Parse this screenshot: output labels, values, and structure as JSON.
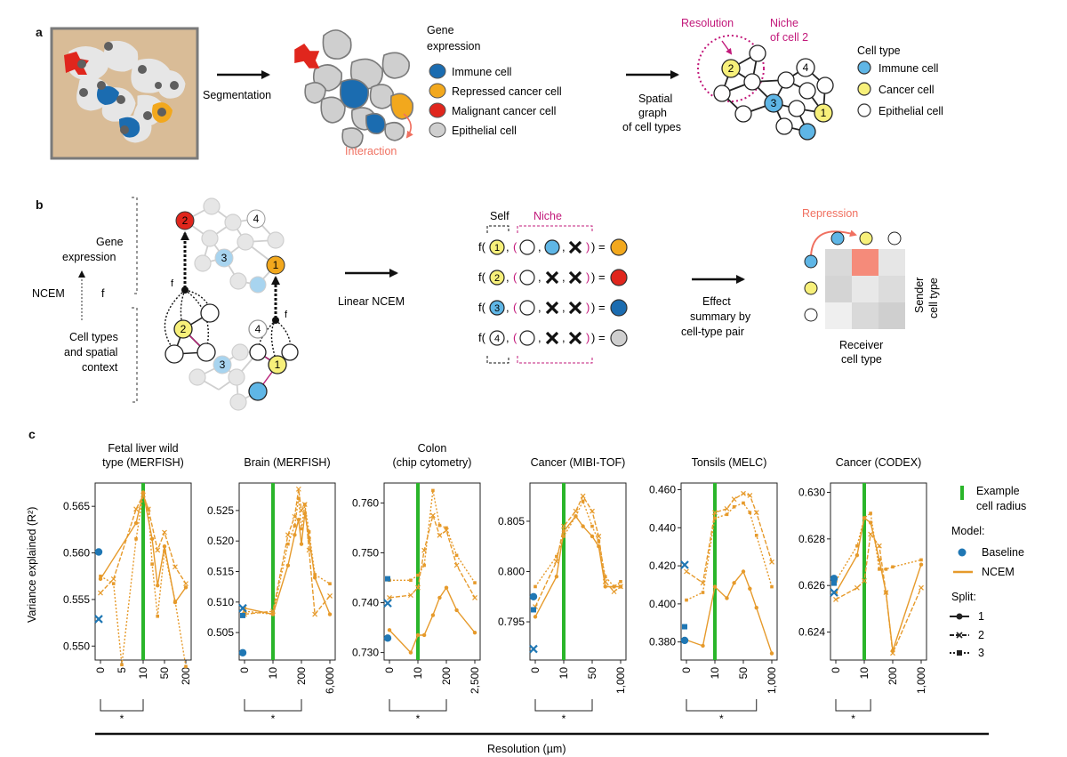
{
  "panel_a": {
    "letter": "a",
    "segmentation_label": "Segmentation",
    "interaction_label": "Interaction",
    "gene_expression_title": [
      "Gene",
      "expression"
    ],
    "legend1": [
      {
        "label": "Immune cell",
        "color": "#1b6cb0"
      },
      {
        "label": "Repressed cancer cell",
        "color": "#f2a81d"
      },
      {
        "label": "Malignant cancer cell",
        "color": "#e0261d"
      },
      {
        "label": "Epithelial cell",
        "color": "#cfcfcf"
      }
    ],
    "spatial_graph_label": [
      "Spatial",
      "graph",
      "of cell types"
    ],
    "resolution_label": "Resolution",
    "niche_label": [
      "Niche",
      "of cell 2"
    ],
    "cell_type_title": "Cell type",
    "legend2": [
      {
        "label": "Immune cell",
        "color": "#5fb6e6"
      },
      {
        "label": "Cancer cell",
        "color": "#f7f07a"
      },
      {
        "label": "Epithelial cell",
        "color": "#ffffff"
      }
    ],
    "node_numbers": [
      "1",
      "2",
      "3",
      "4"
    ]
  },
  "panel_b": {
    "letter": "b",
    "gene_expression_label": [
      "Gene",
      "expression"
    ],
    "ncem_label": "NCEM",
    "f_label": "f",
    "cell_types_label": [
      "Cell types",
      "and spatial",
      "context"
    ],
    "linear_ncem_label": "Linear NCEM",
    "self_label": "Self",
    "niche_label": "Niche",
    "equation_rows": [
      {
        "node": "1",
        "result_color": "#f2a81d"
      },
      {
        "node": "2",
        "result_color": "#e0261d"
      },
      {
        "node": "3",
        "result_color": "#1b6cb0"
      },
      {
        "node": "4",
        "result_color": "#cfcfcf"
      }
    ],
    "effect_summary_label": [
      "Effect",
      "summary by",
      "cell-type pair"
    ],
    "repression_label": "Repression",
    "sender_label": [
      "Sender",
      "cell type"
    ],
    "receiver_label": [
      "Receiver",
      "cell type"
    ]
  },
  "panel_c": {
    "letter": "c",
    "ylabel": "Variance explained (R²)",
    "xlabel": "Resolution (µm)",
    "legend": {
      "example_label": [
        "Example",
        "cell radius"
      ],
      "model_title": "Model:",
      "baseline_label": "Baseline",
      "ncem_label": "NCEM",
      "split_title": "Split:",
      "splits": [
        "1",
        "2",
        "3"
      ]
    },
    "significance_marker": "*"
  },
  "colors": {
    "ncem": "#e69a2b",
    "baseline": "#1f77b4",
    "example_line": "#2ab52a",
    "magenta": "#c2187a",
    "salmon": "#f07060"
  },
  "chart_data": [
    {
      "type": "line",
      "title": [
        "Fetal liver wild",
        "type (MERFISH)"
      ],
      "x_ticks": [
        "0",
        "5",
        "10",
        "50",
        "200"
      ],
      "x_tick_positions": [
        0,
        5,
        10,
        50,
        200
      ],
      "y_ticks": [
        "0.550",
        "0.555",
        "0.560",
        "0.565"
      ],
      "y_tick_values": [
        0.55,
        0.555,
        0.56,
        0.565
      ],
      "ylim": [
        0.5485,
        0.5675
      ],
      "x": [
        0,
        2,
        5,
        8,
        10,
        15,
        20,
        30,
        50,
        100,
        200
      ],
      "example_radius": 10,
      "series": [
        {
          "split": "1",
          "values": [
            0.5572,
            null,
            null,
            0.5632,
            0.5665,
            null,
            0.5615,
            0.5565,
            0.5607,
            0.5547,
            0.5563
          ]
        },
        {
          "split": "2",
          "values": [
            0.5557,
            0.5572,
            null,
            0.5647,
            0.5662,
            0.5647,
            null,
            0.5603,
            0.5622,
            0.5585,
            0.5567
          ]
        },
        {
          "split": "3",
          "values": [
            0.5575,
            0.5567,
            0.548,
            0.5615,
            0.5663,
            0.5647,
            0.5588,
            0.5532,
            0.5602,
            0.5548,
            0.5478
          ]
        }
      ],
      "baseline": [
        {
          "split": "1",
          "value": 0.5601
        },
        {
          "split": "2",
          "value": 0.5529
        }
      ],
      "bracket": [
        0,
        10
      ]
    },
    {
      "type": "line",
      "title": [
        "Brain (MERFISH)"
      ],
      "x_ticks": [
        "0",
        "10",
        "200",
        "6,000"
      ],
      "x_tick_positions": [
        0,
        10,
        200,
        6000
      ],
      "y_ticks": [
        "0.505",
        "0.510",
        "0.515",
        "0.520",
        "0.525"
      ],
      "y_tick_values": [
        0.505,
        0.51,
        0.515,
        0.52,
        0.525
      ],
      "ylim": [
        0.5005,
        0.5295
      ],
      "x": [
        0,
        10,
        50,
        100,
        150,
        200,
        300,
        500,
        1000,
        6000
      ],
      "example_radius": 10,
      "series": [
        {
          "split": "1",
          "values": [
            0.509,
            0.508,
            0.516,
            0.521,
            0.5235,
            0.5195,
            0.5245,
            0.5205,
            0.514,
            0.508
          ]
        },
        {
          "split": "2",
          "values": [
            0.508,
            0.5085,
            0.521,
            0.524,
            0.5285,
            0.525,
            0.526,
            0.5185,
            0.508,
            0.511
          ]
        },
        {
          "split": "3",
          "values": [
            0.5085,
            0.508,
            0.5195,
            0.5225,
            0.527,
            0.522,
            0.526,
            0.5215,
            0.5145,
            0.513
          ]
        }
      ],
      "baseline": [
        {
          "split": "1",
          "value": 0.5017
        },
        {
          "split": "2",
          "value": 0.509
        },
        {
          "split": "3",
          "value": 0.5078
        }
      ],
      "bracket": [
        0,
        200
      ]
    },
    {
      "type": "line",
      "title": [
        "Colon",
        "(chip cytometry)"
      ],
      "x_ticks": [
        "0",
        "10",
        "200",
        "2,500"
      ],
      "x_tick_positions": [
        0,
        10,
        200,
        2500
      ],
      "y_ticks": [
        "0.730",
        "0.740",
        "0.750",
        "0.760"
      ],
      "y_tick_values": [
        0.73,
        0.74,
        0.75,
        0.76
      ],
      "ylim": [
        0.7285,
        0.764
      ],
      "x": [
        0,
        5,
        10,
        20,
        50,
        100,
        200,
        500,
        2500
      ],
      "example_radius": 10,
      "series": [
        {
          "split": "1",
          "values": [
            0.7345,
            0.73,
            0.7335,
            0.7335,
            0.7375,
            0.741,
            0.743,
            0.7385,
            0.734
          ]
        },
        {
          "split": "2",
          "values": [
            0.741,
            0.7415,
            0.743,
            0.7505,
            0.7575,
            0.7535,
            0.7545,
            0.7475,
            0.741
          ]
        },
        {
          "split": "3",
          "values": [
            0.7445,
            0.7445,
            0.7455,
            0.7475,
            0.7625,
            0.7555,
            0.755,
            0.7495,
            0.744
          ]
        }
      ],
      "baseline": [
        {
          "split": "1",
          "value": 0.7329
        },
        {
          "split": "2",
          "value": 0.7399
        },
        {
          "split": "3",
          "value": 0.7448
        }
      ],
      "bracket": [
        0,
        200
      ]
    },
    {
      "type": "line",
      "title": [
        "Cancer (MIBI-TOF)"
      ],
      "x_ticks": [
        "0",
        "10",
        "50",
        "1,000"
      ],
      "x_tick_positions": [
        0,
        10,
        50,
        1000
      ],
      "y_ticks": [
        "0.795",
        "0.800",
        "0.805"
      ],
      "y_tick_values": [
        0.795,
        0.8,
        0.805
      ],
      "ylim": [
        0.7912,
        0.8088
      ],
      "x": [
        0,
        5,
        10,
        20,
        30,
        50,
        100,
        200,
        500,
        1000
      ],
      "example_radius": 10,
      "series": [
        {
          "split": "1",
          "values": [
            0.7955,
            0.7995,
            0.804,
            0.8055,
            0.8045,
            0.8035,
            0.8025,
            0.7985,
            0.7985,
            0.7985
          ]
        },
        {
          "split": "2",
          "values": [
            0.7965,
            0.801,
            0.8045,
            0.806,
            0.8075,
            0.806,
            0.8035,
            0.799,
            0.798,
            0.7985
          ]
        },
        {
          "split": "3",
          "values": [
            0.7985,
            0.8015,
            0.8035,
            0.8055,
            0.807,
            0.8045,
            0.803,
            0.7995,
            0.7985,
            0.799
          ]
        }
      ],
      "baseline": [
        {
          "split": "1",
          "value": 0.7975
        },
        {
          "split": "2",
          "value": 0.7923
        },
        {
          "split": "3",
          "value": 0.7962
        }
      ],
      "bracket": [
        0,
        50
      ]
    },
    {
      "type": "line",
      "title": [
        "Tonsils (MELC)"
      ],
      "x_ticks": [
        "0",
        "10",
        "50",
        "1,000"
      ],
      "x_tick_positions": [
        0,
        10,
        50,
        1000
      ],
      "y_ticks": [
        "0.380",
        "0.400",
        "0.420",
        "0.440",
        "0.460"
      ],
      "y_tick_values": [
        0.38,
        0.4,
        0.42,
        0.44,
        0.46
      ],
      "ylim": [
        0.3705,
        0.4635
      ],
      "x": [
        0,
        3,
        10,
        20,
        30,
        50,
        100,
        200,
        1000
      ],
      "example_radius": 10,
      "series": [
        {
          "split": "1",
          "values": [
            0.381,
            0.378,
            0.409,
            0.403,
            0.411,
            0.417,
            0.408,
            0.398,
            0.374
          ]
        },
        {
          "split": "2",
          "values": [
            0.417,
            0.411,
            0.448,
            0.45,
            0.455,
            0.458,
            0.457,
            0.448,
            0.422
          ]
        },
        {
          "split": "3",
          "values": [
            0.402,
            0.406,
            0.445,
            0.447,
            0.451,
            0.453,
            0.448,
            0.436,
            0.409
          ]
        }
      ],
      "baseline": [
        {
          "split": "1",
          "value": 0.3808
        },
        {
          "split": "2",
          "value": 0.4205
        },
        {
          "split": "3",
          "value": 0.388
        }
      ],
      "bracket": [
        0,
        200
      ]
    },
    {
      "type": "line",
      "title": [
        "Cancer (CODEX)"
      ],
      "x_ticks": [
        "0",
        "10",
        "200",
        "1,000"
      ],
      "x_tick_positions": [
        0,
        10,
        200,
        1000
      ],
      "y_ticks": [
        "0.624",
        "0.626",
        "0.628",
        "0.630"
      ],
      "y_tick_values": [
        0.624,
        0.626,
        0.628,
        0.63
      ],
      "ylim": [
        0.6228,
        0.6304
      ],
      "x": [
        0,
        5,
        10,
        20,
        50,
        100,
        200,
        1000
      ],
      "example_radius": 10,
      "series": [
        {
          "split": "1",
          "values": [
            0.6257,
            0.6273,
            0.6289,
            0.6287,
            0.6271,
            0.6257,
            0.6232,
            0.6269
          ]
        },
        {
          "split": "2",
          "values": [
            0.6254,
            0.6259,
            0.6262,
            0.6282,
            0.6277,
            0.6257,
            0.6231,
            0.6259
          ]
        },
        {
          "split": "3",
          "values": [
            0.6262,
            0.6277,
            0.6289,
            0.6291,
            0.6267,
            0.6267,
            0.6268,
            0.6271
          ]
        }
      ],
      "baseline": [
        {
          "split": "1",
          "value": 0.6263
        },
        {
          "split": "2",
          "value": 0.6257
        },
        {
          "split": "3",
          "value": 0.6261
        }
      ],
      "bracket": [
        0,
        20
      ]
    }
  ]
}
